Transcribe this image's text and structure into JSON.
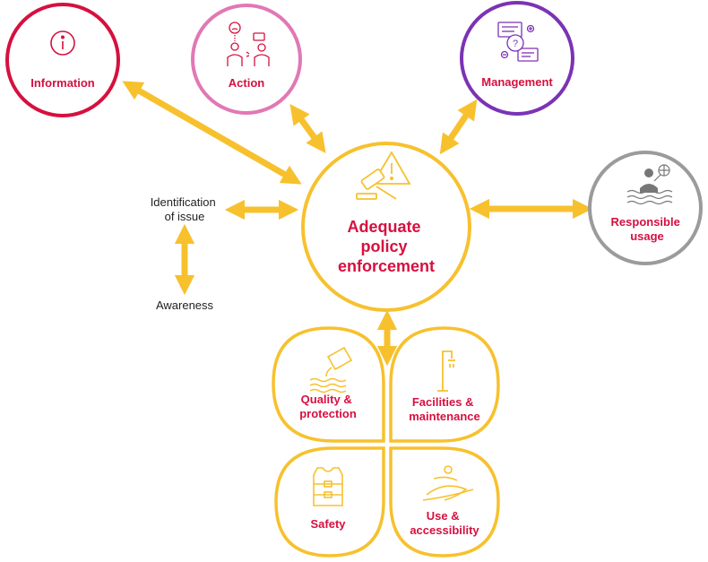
{
  "center": {
    "label_lines": [
      "Adequate",
      "policy",
      "enforcement"
    ]
  },
  "top_nodes": {
    "information": "Information",
    "action": "Action",
    "management": "Management"
  },
  "right_node": {
    "label_lines": [
      "Responsible",
      "usage"
    ]
  },
  "left_labels": {
    "identification_lines": [
      "Identification",
      "of issue"
    ],
    "awareness": "Awareness"
  },
  "petals": {
    "quality": [
      "Quality &",
      "protection"
    ],
    "facilities": [
      "Facilities &",
      "maintenance"
    ],
    "safety": [
      "Safety"
    ],
    "use": [
      "Use &",
      "accessibility"
    ]
  },
  "colors": {
    "arrow": "#F7C12E",
    "center_border": "#F7C12E",
    "accent_text": "#D6103F",
    "information_border": "#D6103F",
    "action_border": "#E178B4",
    "management_border": "#7B33B5",
    "responsible_border": "#9B9B9B",
    "petal_border": "#F7C12E"
  },
  "icons": {
    "information": "info-icon",
    "action": "people-talking-icon",
    "management": "question-documents-icon",
    "center": "gavel-warning-icon",
    "responsible": "swimmer-ball-icon",
    "quality": "water-pouring-icon",
    "facilities": "shower-icon",
    "safety": "life-vest-icon",
    "use": "wheelchair-swimmer-icon"
  }
}
